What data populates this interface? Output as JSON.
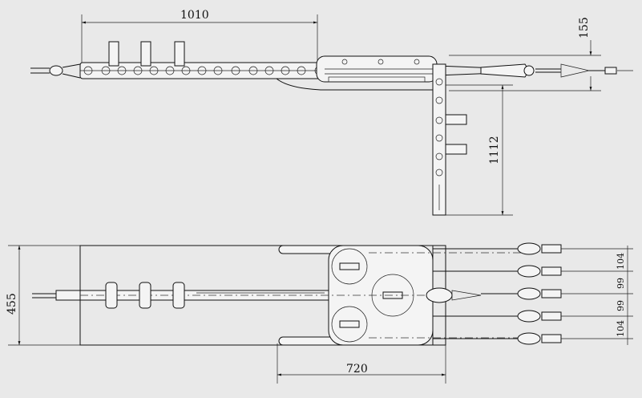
{
  "dimensions": {
    "top_width": "1010",
    "top_offset": "155",
    "vertical_drop": "1112",
    "bottom_height": "455",
    "bottom_width": "720",
    "spacing_1": "104",
    "spacing_2": "99",
    "spacing_3": "99",
    "spacing_4": "104"
  }
}
